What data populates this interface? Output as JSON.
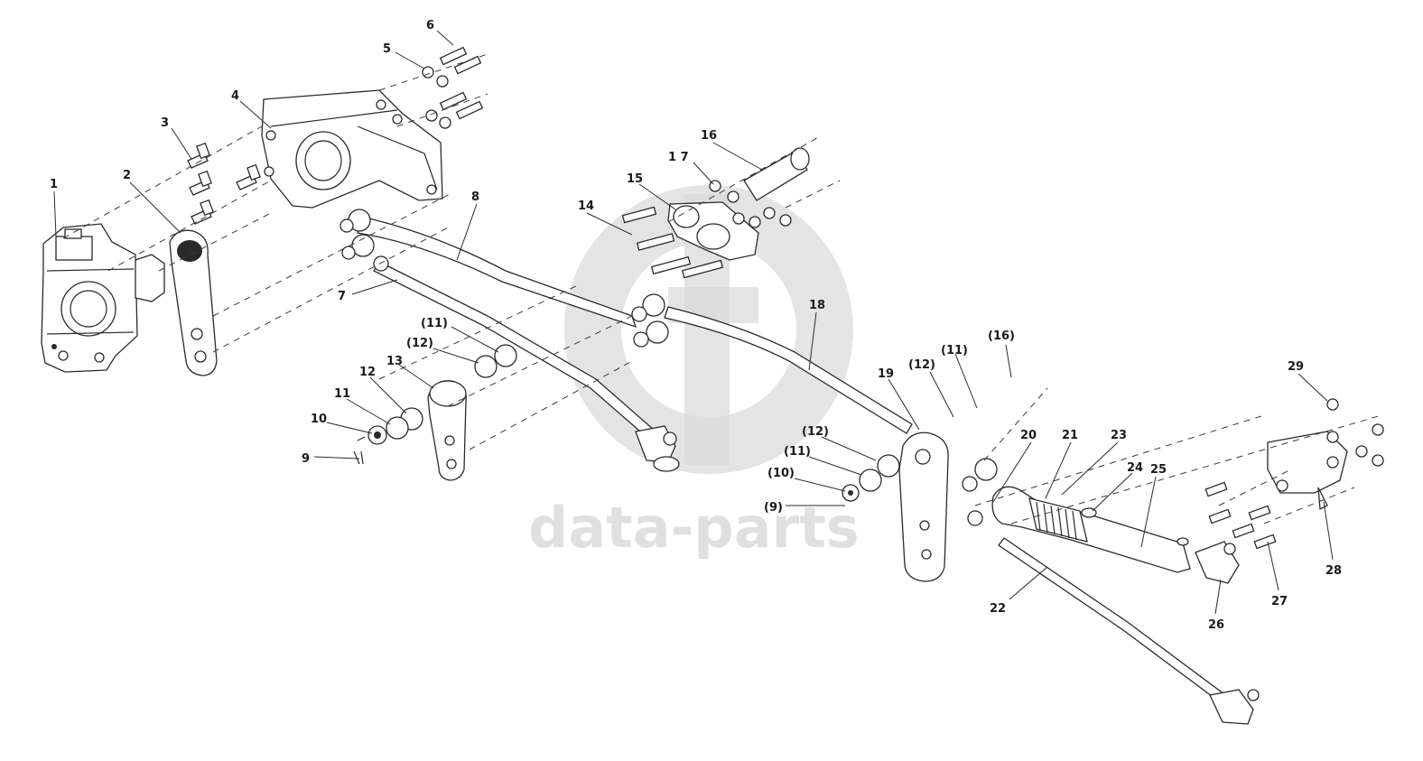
{
  "page": {
    "width": 1576,
    "height": 843
  },
  "watermark": {
    "text": "data-parts",
    "color": "#d9d9d9"
  },
  "header_note": "",
  "callouts": [
    {
      "id": "c1",
      "text": "1"
    },
    {
      "id": "c2",
      "text": "2"
    },
    {
      "id": "c3",
      "text": "3"
    },
    {
      "id": "c4",
      "text": "4"
    },
    {
      "id": "c5",
      "text": "5"
    },
    {
      "id": "c6",
      "text": "6"
    },
    {
      "id": "c7",
      "text": "7"
    },
    {
      "id": "c8",
      "text": "8"
    },
    {
      "id": "c9",
      "text": "9"
    },
    {
      "id": "c10",
      "text": "10"
    },
    {
      "id": "c11",
      "text": "11"
    },
    {
      "id": "c12",
      "text": "12"
    },
    {
      "id": "c13",
      "text": "13"
    },
    {
      "id": "c14",
      "text": "14"
    },
    {
      "id": "c15",
      "text": "15"
    },
    {
      "id": "c16",
      "text": "16"
    },
    {
      "id": "c17",
      "text": "1 7"
    },
    {
      "id": "c18",
      "text": "18"
    },
    {
      "id": "c19",
      "text": "19"
    },
    {
      "id": "c20",
      "text": "20"
    },
    {
      "id": "c21",
      "text": "21"
    },
    {
      "id": "c22",
      "text": "22"
    },
    {
      "id": "c23",
      "text": "23"
    },
    {
      "id": "c24",
      "text": "24"
    },
    {
      "id": "c25",
      "text": "25"
    },
    {
      "id": "c26",
      "text": "26"
    },
    {
      "id": "c27",
      "text": "27"
    },
    {
      "id": "c28",
      "text": "28"
    },
    {
      "id": "c29",
      "text": "29"
    },
    {
      "id": "p11a",
      "text": "(11)"
    },
    {
      "id": "p12a",
      "text": "(12)"
    },
    {
      "id": "p16",
      "text": "(16)"
    },
    {
      "id": "p12b",
      "text": "(12)"
    },
    {
      "id": "p11b",
      "text": "(11)"
    },
    {
      "id": "p12c",
      "text": "(12)"
    },
    {
      "id": "p11c",
      "text": "(11)"
    },
    {
      "id": "p10",
      "text": "(10)"
    },
    {
      "id": "p9",
      "text": "(9)"
    }
  ]
}
